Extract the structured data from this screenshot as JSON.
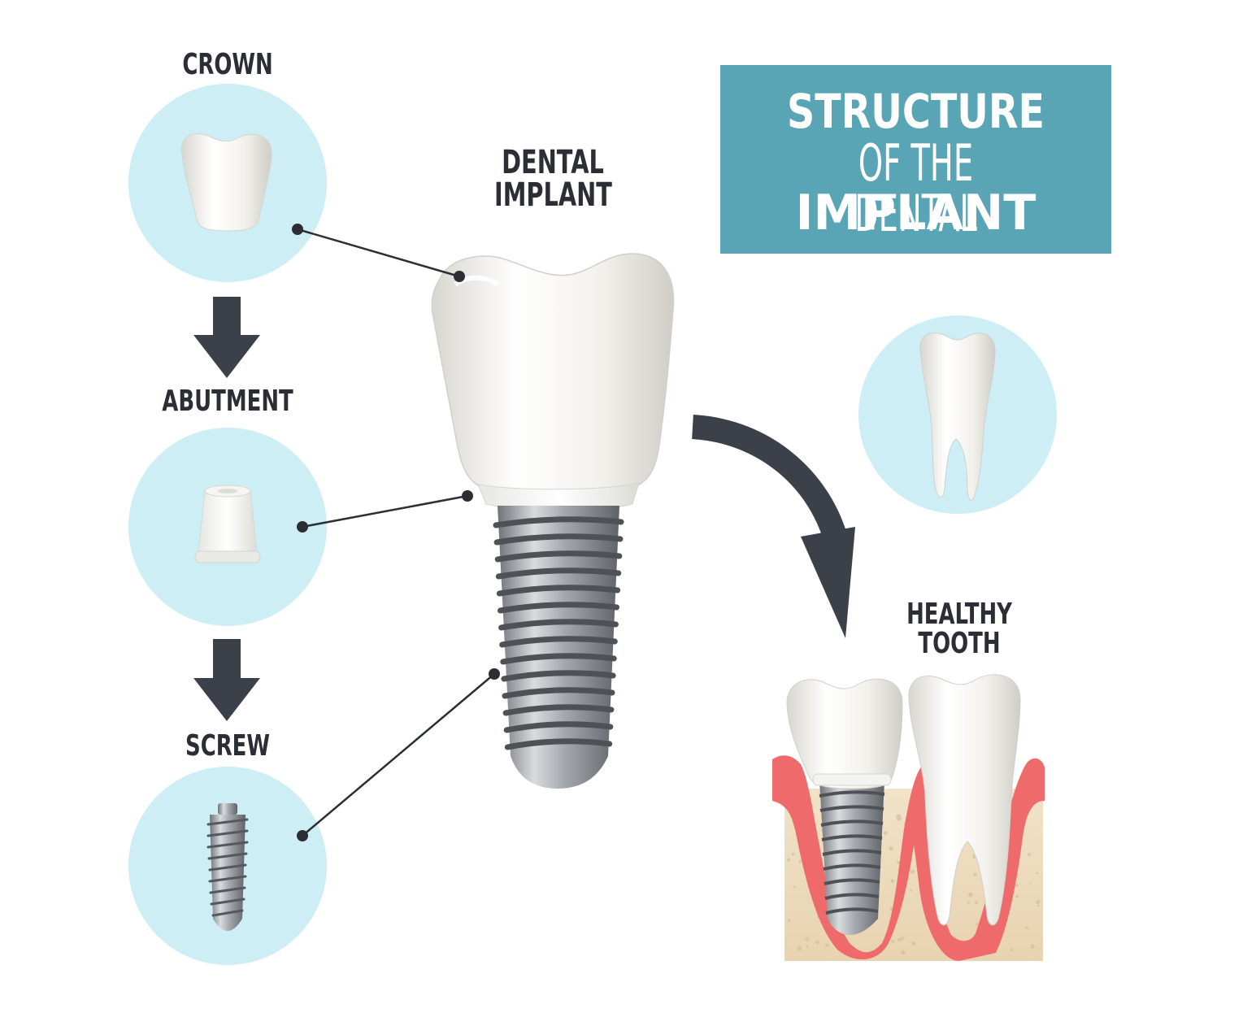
{
  "title": {
    "line1": "STRUCTURE",
    "line2": "OF THE DENTAL",
    "line3": "IMPLANT"
  },
  "labels": {
    "crown": "CROWN",
    "abutment": "ABUTMENT",
    "screw": "SCREW",
    "dental_implant_line1": "DENTAL",
    "dental_implant_line2": "IMPLANT",
    "healthy_tooth_line1": "HEALTHY",
    "healthy_tooth_line2": "TOOTH"
  },
  "colors": {
    "circle_fill": "#cdeef5",
    "title_bg": "#5aa5b5",
    "arrow": "#3c4149",
    "gum": "#ef6b6b",
    "bone": "#efdcc0",
    "metal": "#9a9ea3"
  }
}
